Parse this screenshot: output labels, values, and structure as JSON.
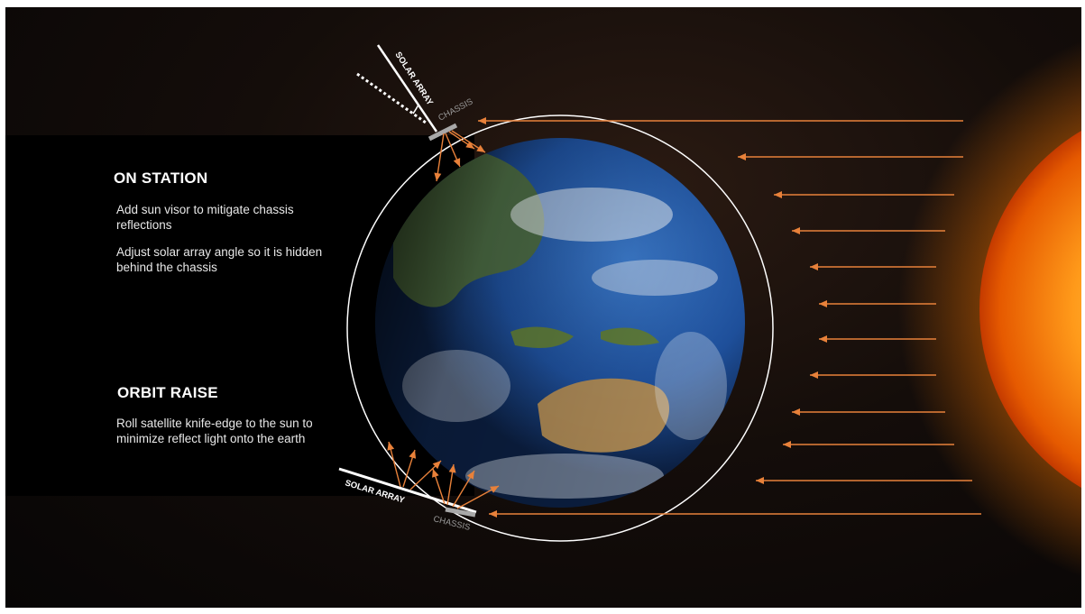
{
  "on_station": {
    "heading": "ON STATION",
    "items": [
      "Add sun visor to mitigate chassis reflections",
      "Adjust solar array angle so it is hidden behind the chassis"
    ]
  },
  "orbit_raise": {
    "heading": "ORBIT RAISE",
    "items": [
      "Roll satellite knife-edge to the sun to minimize reflect light onto the earth"
    ]
  },
  "labels": {
    "top_solar_array": "SOLAR ARRAY",
    "top_chassis": "CHASSIS",
    "bottom_solar_array": "SOLAR ARRAY",
    "bottom_chassis": "CHASSIS"
  },
  "colors": {
    "arrow": "#e8813a",
    "orbit": "#ffffff",
    "background": "#0b0706",
    "sun_core": "#ff9a1a",
    "sun_edge": "#c43a00",
    "ocean": "#1e4f9a",
    "land": "#8a8050",
    "cloud": "#e9eef4"
  }
}
